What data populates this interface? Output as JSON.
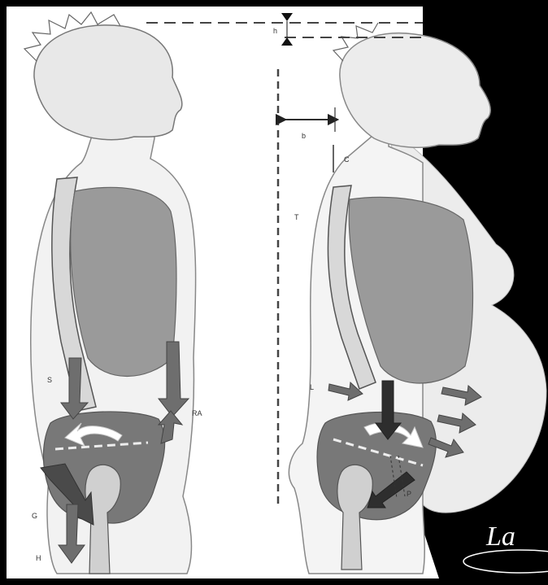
{
  "labels": {
    "h": "h",
    "b": "b",
    "c": "C",
    "t": "T",
    "s": "S",
    "ra": "RA",
    "l": "L",
    "p": "P",
    "g": "G",
    "hip": "H"
  },
  "watermark": "La",
  "colors": {
    "frame": "#000000",
    "paper": "#ffffff",
    "body_fill": "#e6e6e6",
    "organ_fill": "#9a9a9a",
    "pelvis_fill": "#777777",
    "arrow_fill": "#6e6e6e",
    "dark_arrow": "#3a3a3a",
    "dashed_line": "#444444"
  }
}
